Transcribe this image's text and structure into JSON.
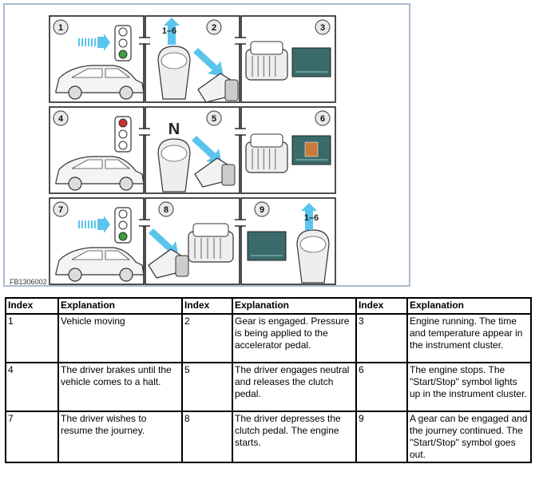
{
  "figure": {
    "code": "FB1306002",
    "gear_label": "1–6",
    "neutral_label": "N",
    "steps": [
      {
        "num": "1"
      },
      {
        "num": "2"
      },
      {
        "num": "3"
      },
      {
        "num": "4"
      },
      {
        "num": "5"
      },
      {
        "num": "6"
      },
      {
        "num": "7"
      },
      {
        "num": "8"
      },
      {
        "num": "9"
      }
    ],
    "colors": {
      "traffic_green": "#3aa040",
      "traffic_red": "#d03030",
      "arrow_blue": "#5ac4ec",
      "cluster_bg": "#3a6a6a",
      "frame": "#a9bccf"
    }
  },
  "table": {
    "headers": [
      "Index",
      "Explanation",
      "Index",
      "Explanation",
      "Index",
      "Explanation"
    ],
    "rows": [
      [
        "1",
        "Vehicle moving",
        "2",
        "Gear is engaged. Pressure is being applied to the accelerator pedal.",
        "3",
        "Engine running. The time and temperature appear in the instrument cluster."
      ],
      [
        "4",
        "The driver brakes until the vehicle comes to a halt.",
        "5",
        "The driver engages neutral and releases the clutch pedal.",
        "6",
        "The engine stops. The \"Start/Stop\" symbol lights up in the instrument cluster."
      ],
      [
        "7",
        "The driver wishes to resume the journey.",
        "8",
        "The driver depresses the clutch pedal. The engine starts.",
        "9",
        "A gear can be engaged and the journey continued. The \"Start/Stop\" symbol goes out."
      ]
    ]
  }
}
